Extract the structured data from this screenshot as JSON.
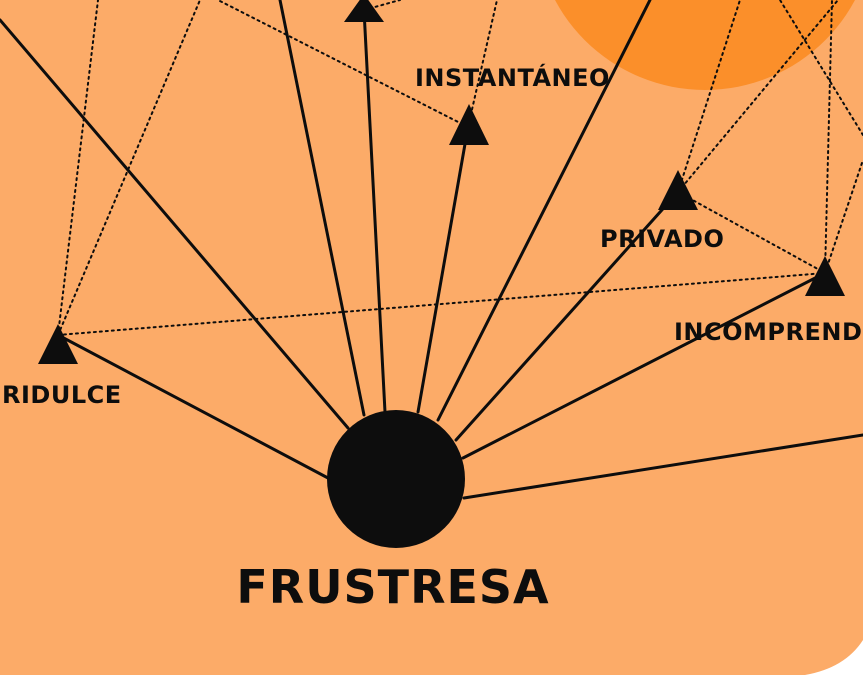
{
  "colors": {
    "background": "#fcab68",
    "accent_circle": "#fb8f2a",
    "ink": "#0d0d0d",
    "corner": "#ffffff"
  },
  "nodes": {
    "center": {
      "label": "FRUSTRESA",
      "shape": "circle"
    },
    "n_instantaneo": {
      "label": "INSTANTÁNEO",
      "shape": "triangle"
    },
    "n_privado": {
      "label": "PRIVADO",
      "shape": "triangle"
    },
    "n_incomprend": {
      "label": "INCOMPREND",
      "shape": "triangle"
    },
    "n_ridulce": {
      "label": "RIDULCE",
      "shape": "triangle"
    },
    "n_top": {
      "label": "",
      "shape": "triangle"
    }
  }
}
